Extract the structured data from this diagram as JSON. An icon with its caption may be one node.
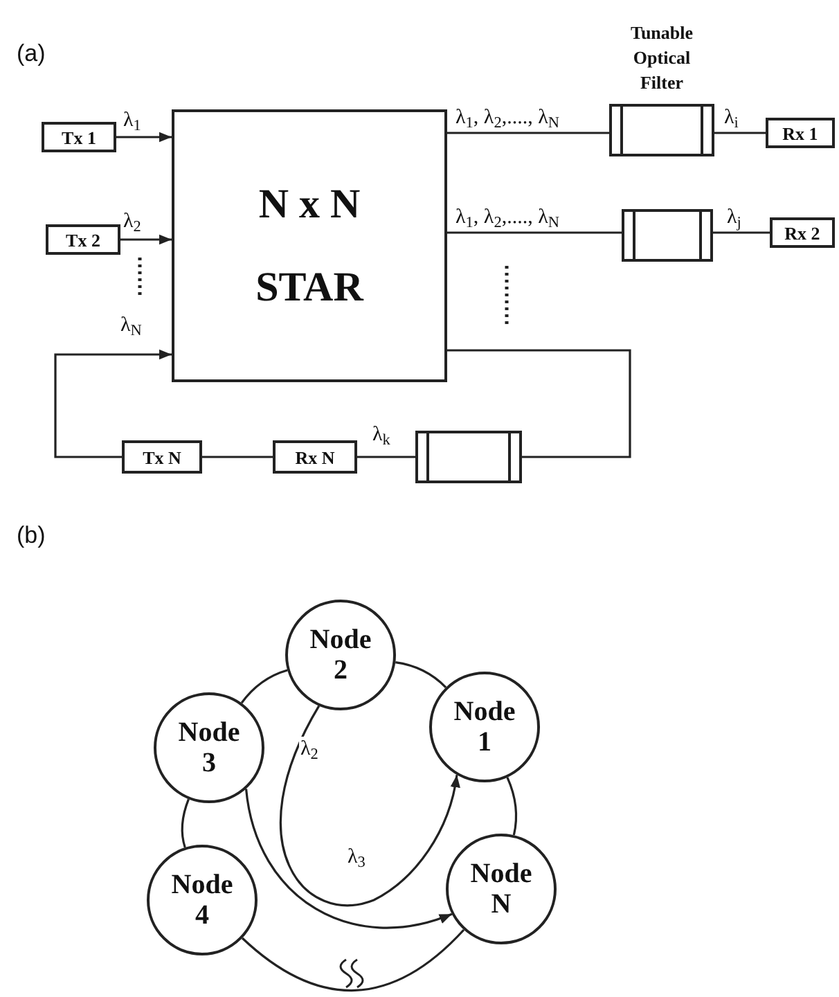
{
  "diagram": {
    "nodes": [
      {
        "text": [
          "Tx 1"
        ]
      },
      {
        "text": [
          "Tx 2"
        ]
      },
      {
        "text": [
          "N x N",
          "STAR"
        ]
      },
      {
        "text": [
          "Tunable Optical Filter"
        ]
      },
      {
        "text": [
          "Rx 1"
        ]
      },
      {
        "text": [],
        "shape": "box"
      },
      {
        "text": [
          "Rx 2"
        ]
      },
      {
        "text": [
          "Tx N"
        ]
      },
      {
        "text": [
          "Rx N"
        ]
      },
      {
        "text": [],
        "shape": "box"
      },
      {
        "text": [
          "Node 2"
        ]
      },
      {
        "text": [
          "Node 1"
        ]
      },
      {
        "text": [
          "Node 3"
        ]
      },
      {
        "text": [
          "Node N"
        ]
      },
      {
        "text": [
          "Node 4"
        ]
      }
    ],
    "edges": [
      {
        "from": 0,
        "to": 2,
        "arrow": "to",
        "label": "λ$_{1}$"
      },
      {
        "from": 1,
        "to": 2,
        "arrow": "to",
        "label": "λ$_{2}$"
      },
      {
        "from": 7,
        "to": 2,
        "arrow": "to",
        "label": "λ$_{N}$"
      },
      {
        "from": 2,
        "to": 3,
        "arrow": "none",
        "label": "λ$_{1}$, λ$_{2}$,...., λ$_{N}$"
      },
      {
        "from": 3,
        "to": 4,
        "arrow": "none",
        "label": "λ$_{i}$"
      },
      {
        "from": 2,
        "to": 5,
        "arrow": "none",
        "label": "λ$_{1}$, λ$_{2}$,...., λ$_{N}$"
      },
      {
        "from": 5,
        "to": 6,
        "arrow": "none",
        "label": "λ$_{j}$"
      },
      {
        "from": 2,
        "to": 9,
        "arrow": "none"
      },
      {
        "from": 9,
        "to": 8,
        "arrow": "none",
        "label": "λ$_{k}$"
      },
      {
        "from": 8,
        "to": 7,
        "arrow": "none"
      },
      {
        "from": 12,
        "to": 10,
        "arrow": "none"
      },
      {
        "from": 10,
        "to": 11,
        "arrow": "none"
      },
      {
        "from": 11,
        "to": 13,
        "arrow": "none"
      },
      {
        "from": 12,
        "to": 14,
        "arrow": "none"
      },
      {
        "from": 14,
        "to": 13,
        "arrow": "none"
      },
      {
        "from": 10,
        "to": 11,
        "arrow": "to",
        "label": "λ$_{2}$"
      },
      {
        "from": 12,
        "to": 13,
        "arrow": "to",
        "label": "λ$_{3}$"
      }
    ],
    "labels": [
      "(a)",
      "(b)"
    ]
  }
}
